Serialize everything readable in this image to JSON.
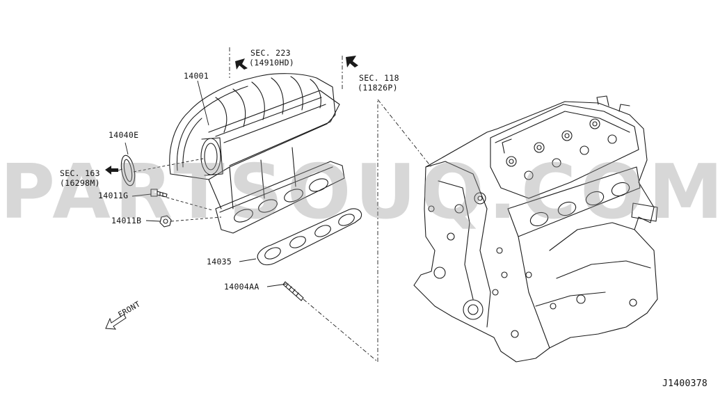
{
  "diagram": {
    "sections": [
      {
        "sec": "SEC. 223",
        "sub": "(14910HD)"
      },
      {
        "sec": "SEC. 118",
        "sub": "(11826P)"
      },
      {
        "sec": "SEC. 163",
        "sub": "(16298M)"
      }
    ],
    "parts": {
      "intake_manifold": "14001",
      "gasket_upper": "14040E",
      "bolt": "14011G",
      "nut": "14011B",
      "gasket_lower": "14035",
      "stud": "14004AA"
    },
    "front_label": "FRONT",
    "diagram_id": "J1400378",
    "watermark": "PARTSOUQ.COM"
  }
}
